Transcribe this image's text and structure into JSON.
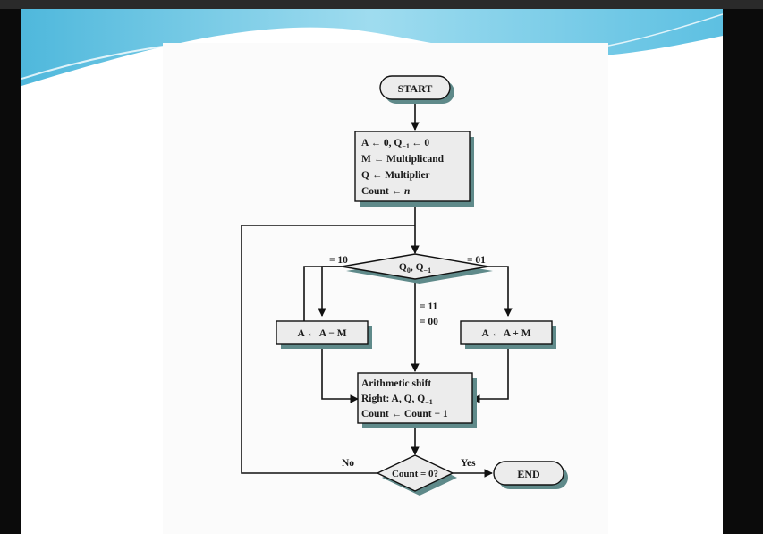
{
  "flowchart": {
    "start": "START",
    "init": {
      "line1": "A ← 0, Q",
      "line1_sub": "−1",
      "line1_end": "← 0",
      "line2": "M ← Multiplicand",
      "line3": "Q ← Multiplier",
      "line4": "Count ← ",
      "line4_var": "n"
    },
    "decision": {
      "label": "Q",
      "label_sub0": "0",
      "label_mid": ", Q",
      "label_sub1": "−1"
    },
    "branch_left": "= 10",
    "branch_right": "= 01",
    "branch_middle_1": "= 11",
    "branch_middle_2": "= 00",
    "subtract": "A ← A − M",
    "add": "A ← A + M",
    "shift": {
      "line1": "Arithmetic shift",
      "line2": "Right: A, Q, Q",
      "line2_sub": "−1",
      "line3": "Count ← Count − 1"
    },
    "count_check": "Count = 0?",
    "no": "No",
    "yes": "Yes",
    "end": "END"
  },
  "colors": {
    "shadow": "#5f8a8a",
    "box_fill": "#ececec",
    "line": "#111111",
    "slide_accent": "#6ec9e6"
  }
}
